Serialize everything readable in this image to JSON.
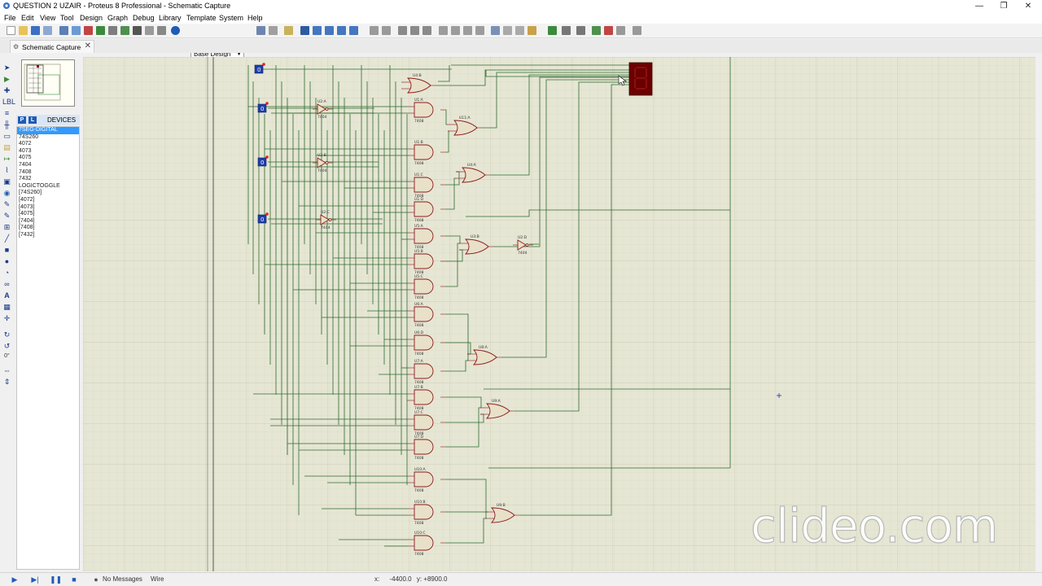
{
  "window": {
    "title": "QUESTION 2 UZAIR - Proteus 8 Professional - Schematic Capture",
    "controls": [
      "—",
      "❐",
      "✕"
    ]
  },
  "menu": [
    "File",
    "Edit",
    "View",
    "Tool",
    "Design",
    "Graph",
    "Debug",
    "Library",
    "Template",
    "System",
    "Help"
  ],
  "toolbar": {
    "layer": "Base Design"
  },
  "tab": {
    "label": "Schematic Capture",
    "close": "✕"
  },
  "devices": {
    "header": "DEVICES",
    "p_label": "P",
    "l_label": "L",
    "items": [
      "7SEG-DIGITAL",
      "74S260",
      "4072",
      "4073",
      "4075",
      "7404",
      "7408",
      "7432",
      "LOGICTOGGLE",
      "[74S260]",
      "[4072]",
      "[4073]",
      "[4075]",
      "[7404]",
      "[7408]",
      "[7432]"
    ],
    "selected_index": 0
  },
  "left_tools": {
    "rotation": "0°"
  },
  "schematic": {
    "inputs": [
      "0",
      "0",
      "0",
      "0"
    ],
    "not_gates": [
      "U2:A",
      "U2:B",
      "U2:C",
      "U2:D"
    ],
    "and_gates": [
      "U1:A",
      "U1:B",
      "U1:C",
      "U1:D",
      "U5:A",
      "U5:B",
      "U5:C",
      "U6:A",
      "U6:D",
      "U7:A",
      "U7:B",
      "U7:C",
      "U7:D",
      "U10:A",
      "U10:B",
      "U10:C"
    ],
    "or_gates": [
      "U4:B",
      "U11:A",
      "U4:A",
      "U3:B",
      "U8:A",
      "U9:A",
      "U9:B"
    ],
    "display": "7SEG-DIGITAL"
  },
  "status": {
    "messages": "No Messages",
    "mode": "Wire",
    "x_label": "x:",
    "x": "-4400.0",
    "y_label": "y:",
    "y": "+8900.0"
  },
  "watermark": "clideo.com"
}
